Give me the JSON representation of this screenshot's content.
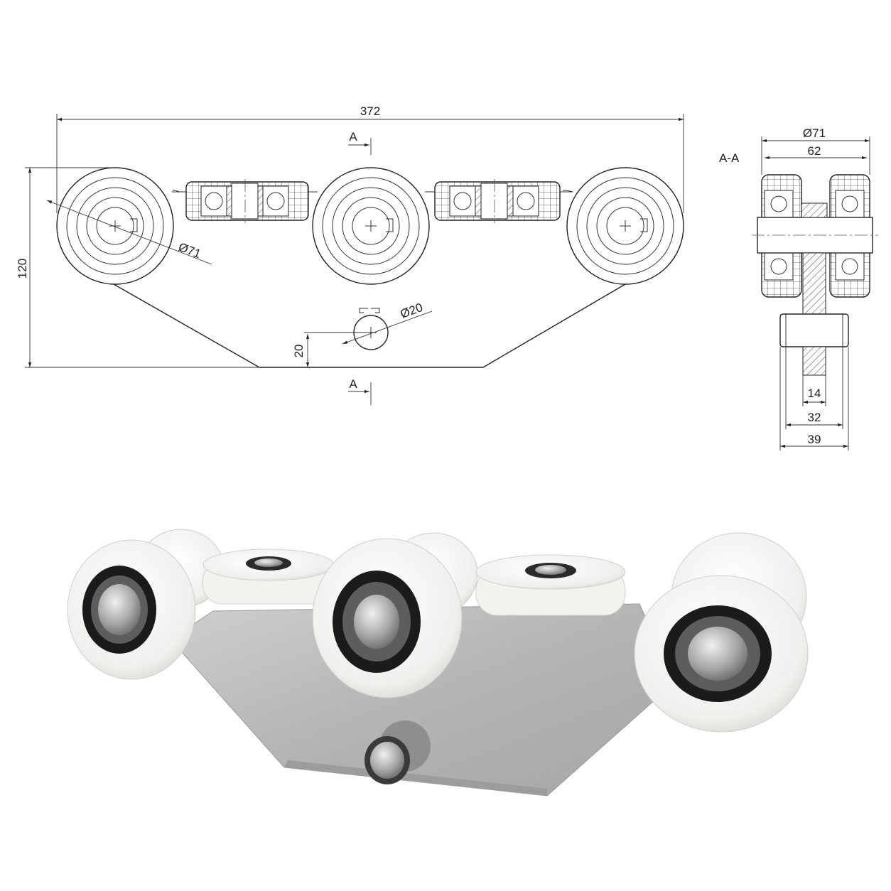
{
  "drawing": {
    "dimensions": {
      "overall_length": "372",
      "height": "120",
      "wheel_diameter": "Ø71",
      "pin_diameter": "Ø20",
      "pin_offset": "20"
    },
    "section_markers": {
      "top": "A",
      "bottom": "A"
    },
    "section_view": {
      "title": "A-A",
      "wheel_diameter": "Ø71",
      "width_outer": "62",
      "dim_14": "14",
      "dim_32": "32",
      "dim_39": "39"
    }
  },
  "photo": {
    "subject": "roller-carriage-photo"
  },
  "colors": {
    "line": "#222222",
    "hatch": "#555555",
    "plate": "#b9b9b9",
    "wheel": "#f4f4f2",
    "bearing": "#1b1b1b"
  }
}
